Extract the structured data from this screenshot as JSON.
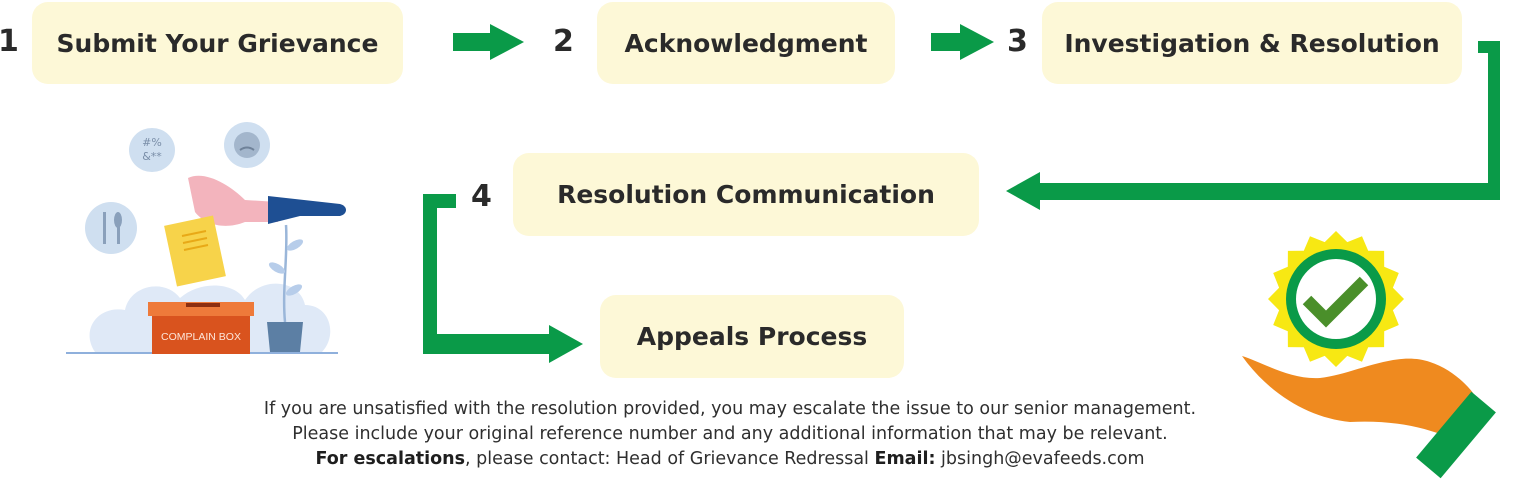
{
  "steps": [
    {
      "number": "1",
      "label": "Submit Your Grievance"
    },
    {
      "number": "2",
      "label": "Acknowledgment"
    },
    {
      "number": "3",
      "label": "Investigation & Resolution"
    },
    {
      "number": "4",
      "label": "Resolution Communication"
    },
    {
      "label": "Appeals Process"
    }
  ],
  "illustration": {
    "complaint_box_label": "COMPLAIN BOX",
    "bubble_symbols_line1": "#%",
    "bubble_symbols_line2": "&**",
    "icons": [
      "complaint-box-illustration",
      "checkmark-badge-hand-icon"
    ]
  },
  "footer": {
    "line1": "If you are unsatisfied with the resolution provided, you may escalate the issue to our senior management.",
    "line2": "Please include your original reference number and any additional information that may be relevant.",
    "escalation_label": "For escalations",
    "escalation_text": ", please contact: Head of Grievance Redressal ",
    "email_label": "Email:",
    "email": " jbsingh@evafeeds.com"
  },
  "colors": {
    "arrow": "#0a9a48",
    "box_fill": "#fdf8d7",
    "hand": "#ef8a1f",
    "badge_outer": "#f7e813",
    "badge_ring": "#0a9a48",
    "check": "#4a8f2a",
    "complaint_box": "#d9531e"
  }
}
